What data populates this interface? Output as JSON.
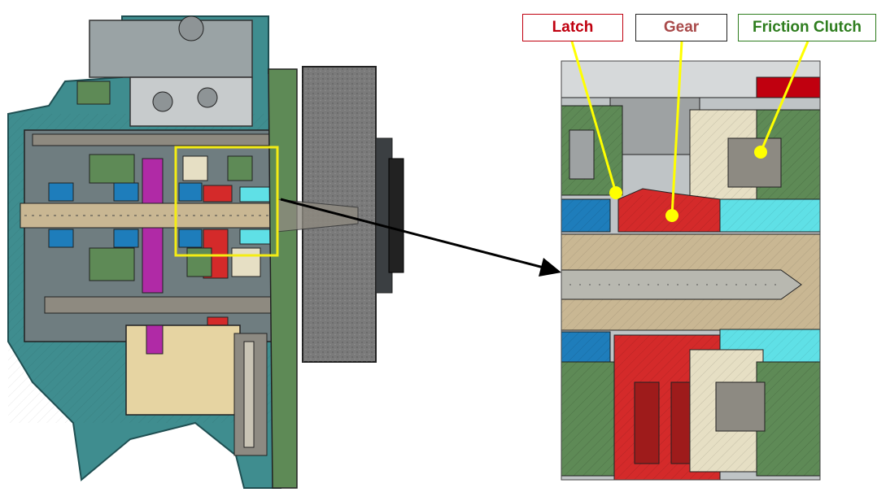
{
  "labels": {
    "latch": {
      "text": "Latch",
      "color": "#c0000f",
      "border": "#c0000f"
    },
    "gear": {
      "text": "Gear",
      "color": "#a94a4a",
      "border": "#222222"
    },
    "friction_clutch": {
      "text": "Friction Clutch",
      "color": "#2e7d1e",
      "border": "#2e7d1e"
    }
  },
  "colors": {
    "casing_teal": "#3f8d8f",
    "casing_dark": "#1f4f52",
    "flywheel_gray": "#7a7a7a",
    "gear_red": "#d42a2a",
    "latch_green": "#5e8a56",
    "clutch_cream": "#e6dfc4",
    "blue_part": "#1e7dbb",
    "cyan_part": "#5fe0e6",
    "shaft_tan": "#c9b793",
    "magenta_part": "#b02aa6",
    "highlight_yellow": "#f4ec14",
    "pointer_yellow": "#ffff00"
  }
}
